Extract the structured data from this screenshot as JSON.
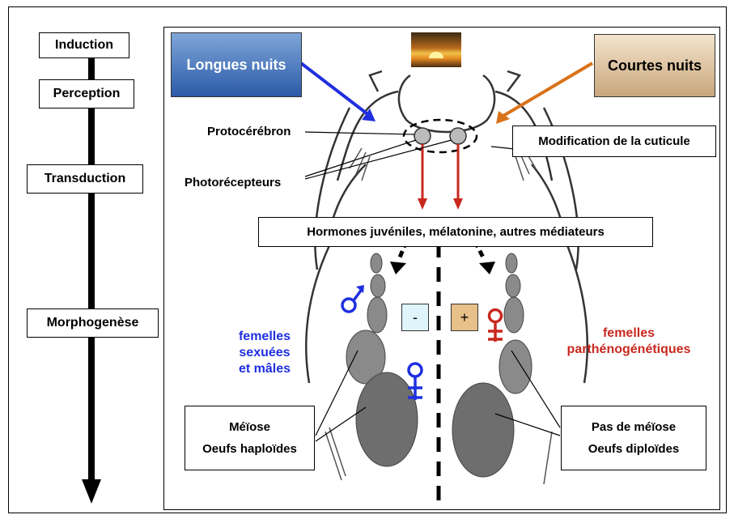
{
  "stages": [
    "Induction",
    "Perception",
    "Transduction",
    "Morphogenèse"
  ],
  "long_nights": "Longues nuits",
  "short_nights": "Courtes nuits",
  "protocerebron": "Protocérébron",
  "photoreceptors": "Photorécepteurs",
  "cuticle": "Modification de la cuticule",
  "hormones": "Hormones juvéniles, mélatonine, autres médiateurs",
  "minus": "-",
  "plus": "+",
  "sexual_females": [
    "femelles sexuées",
    "et mâles"
  ],
  "parthenogenetic_females": [
    "femelles",
    "parthénogénétiques"
  ],
  "meiosis_box": [
    "Méïose",
    "Oeufs haploïdes"
  ],
  "no_meiosis_box": [
    "Pas de méïose",
    "Oeufs diploïdes"
  ],
  "colors": {
    "blue": "#1f2fe0",
    "orange": "#d9731a",
    "red": "#c8281e"
  }
}
